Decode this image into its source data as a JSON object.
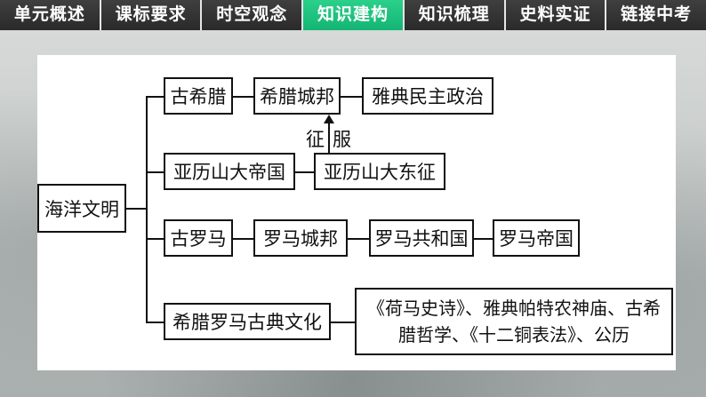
{
  "tabs": [
    {
      "label": "单元概述",
      "active": false
    },
    {
      "label": "课标要求",
      "active": false
    },
    {
      "label": "时空观念",
      "active": false
    },
    {
      "label": "知识建构",
      "active": true
    },
    {
      "label": "知识梳理",
      "active": false
    },
    {
      "label": "史料实证",
      "active": false
    },
    {
      "label": "链接中考",
      "active": false
    }
  ],
  "colors": {
    "active_tab": "#14b574",
    "tab_bg": "#2a2a2a",
    "box_border": "#111111"
  },
  "diagram": {
    "root": "海洋文明",
    "branch1": {
      "n1": "古希腊",
      "n2": "希腊城邦",
      "n3": "雅典民主政治"
    },
    "conquest_label": {
      "c1": "征",
      "c2": "服"
    },
    "branch2": {
      "n1": "亚历山大帝国",
      "n2": "亚历山大东征"
    },
    "branch3": {
      "n1": "古罗马",
      "n2": "罗马城邦",
      "n3": "罗马共和国",
      "n4": "罗马帝国"
    },
    "branch4": {
      "n1": "希腊罗马古典文化",
      "n2": "《荷马史诗》、雅典帕特农神庙、古希腊哲学、《十二铜表法》、公历"
    }
  }
}
